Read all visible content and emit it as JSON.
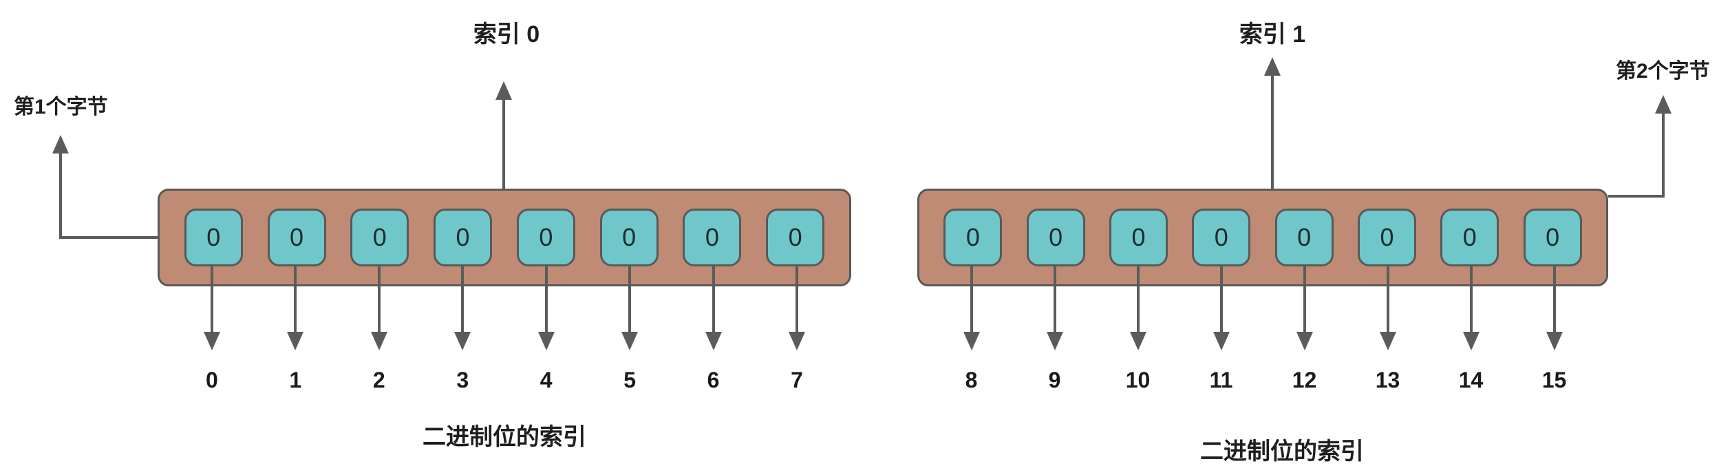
{
  "colors": {
    "background": "#ffffff",
    "box_fill": "#bf8b75",
    "cell_fill": "#6fc7c9",
    "stroke": "#595959",
    "arrow": "#5b5b5b",
    "text": "#1e1e1e"
  },
  "groups": [
    {
      "title": "索引 0",
      "side_label": "第1个字节",
      "caption": "二进制位的索引",
      "bits": [
        {
          "value": "0",
          "index": "0"
        },
        {
          "value": "0",
          "index": "1"
        },
        {
          "value": "0",
          "index": "2"
        },
        {
          "value": "0",
          "index": "3"
        },
        {
          "value": "0",
          "index": "4"
        },
        {
          "value": "0",
          "index": "5"
        },
        {
          "value": "0",
          "index": "6"
        },
        {
          "value": "0",
          "index": "7"
        }
      ]
    },
    {
      "title": "索引 1",
      "side_label": "第2个字节",
      "caption": "二进制位的索引",
      "bits": [
        {
          "value": "0",
          "index": "8"
        },
        {
          "value": "0",
          "index": "9"
        },
        {
          "value": "0",
          "index": "10"
        },
        {
          "value": "0",
          "index": "11"
        },
        {
          "value": "0",
          "index": "12"
        },
        {
          "value": "0",
          "index": "13"
        },
        {
          "value": "0",
          "index": "14"
        },
        {
          "value": "0",
          "index": "15"
        }
      ]
    }
  ]
}
